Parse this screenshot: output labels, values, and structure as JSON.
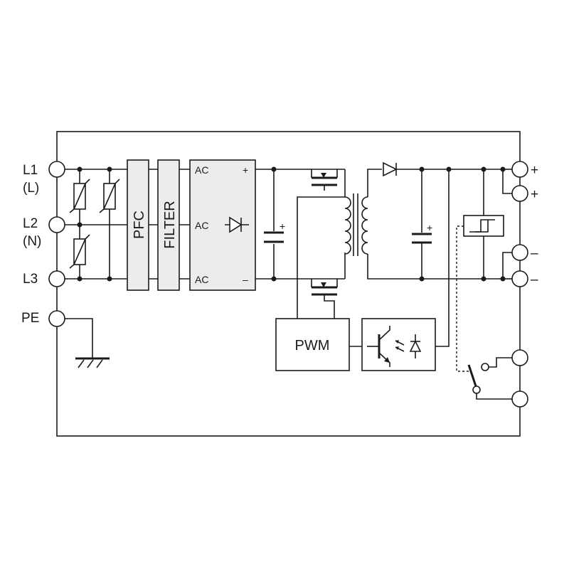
{
  "terminals": {
    "l1": "L1",
    "l1_alt": "(L)",
    "l2": "L2",
    "l2_alt": "(N)",
    "l3": "L3",
    "pe": "PE",
    "out_plus_1": "+",
    "out_plus_2": "+",
    "out_minus_1": "–",
    "out_minus_2": "–"
  },
  "blocks": {
    "pfc": "PFC",
    "filter": "FILTER",
    "pwm": "PWM"
  },
  "rectifier": {
    "ac_top": "AC",
    "ac_mid": "AC",
    "ac_bot": "AC",
    "plus": "+",
    "minus": "–"
  },
  "capacitor_polarity": {
    "input_cap": "+",
    "output_cap": "+"
  }
}
